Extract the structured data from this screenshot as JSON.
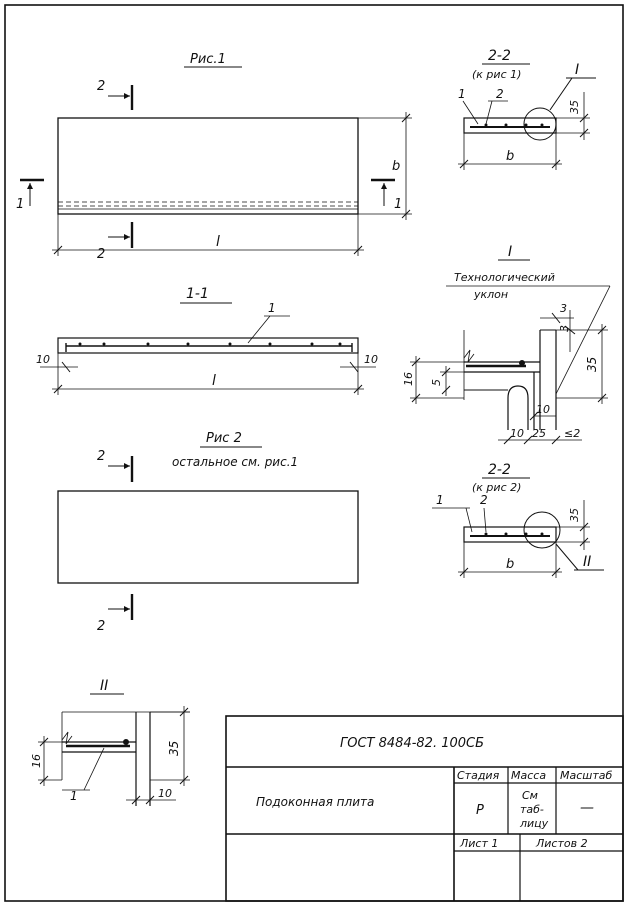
{
  "fig1": {
    "title": "Рис.1",
    "section_22": "2",
    "section_11": "1",
    "dim_l": "l",
    "dim_b": "b"
  },
  "sec22a": {
    "title": "2-2",
    "subtitle": "(к рис 1)",
    "pos1": "1",
    "pos2": "2",
    "callout": "I",
    "dim_35": "35",
    "dim_b": "b"
  },
  "sec11": {
    "title": "1-1",
    "pos1": "1",
    "dim_10_left": "10",
    "dim_10_right": "10",
    "dim_l": "l"
  },
  "detailI": {
    "title": "I",
    "note_line1": "Технологический",
    "note_line2": "уклон",
    "dim_3a": "3",
    "dim_3b": "3",
    "dim_35": "35",
    "dim_16": "16",
    "dim_5": "5",
    "dim_10a": "10",
    "dim_10b": "10",
    "dim_25": "25",
    "dim_le2": "≤2"
  },
  "fig2": {
    "title": "Рис 2",
    "subtitle": "остальное см. рис.1",
    "section_22": "2"
  },
  "sec22b": {
    "title": "2-2",
    "subtitle": "(к рис 2)",
    "pos1": "1",
    "pos2": "2",
    "callout": "II",
    "dim_35": "35",
    "dim_b": "b"
  },
  "detailII": {
    "title": "II",
    "dim_16": "16",
    "dim_35": "35",
    "pos1": "1",
    "dim_10": "10"
  },
  "titleblock": {
    "code": "ГОСТ 8484-82. 100СБ",
    "name": "Подоконная  плита",
    "h_stage": "Стадия",
    "h_mass": "Масса",
    "h_scale": "Масштаб",
    "v_stage": "Р",
    "v_mass_1": "См",
    "v_mass_2": "таб-",
    "v_mass_3": "лицу",
    "v_scale": "—",
    "sheet": "Лист 1",
    "sheets": "Листов 2"
  }
}
